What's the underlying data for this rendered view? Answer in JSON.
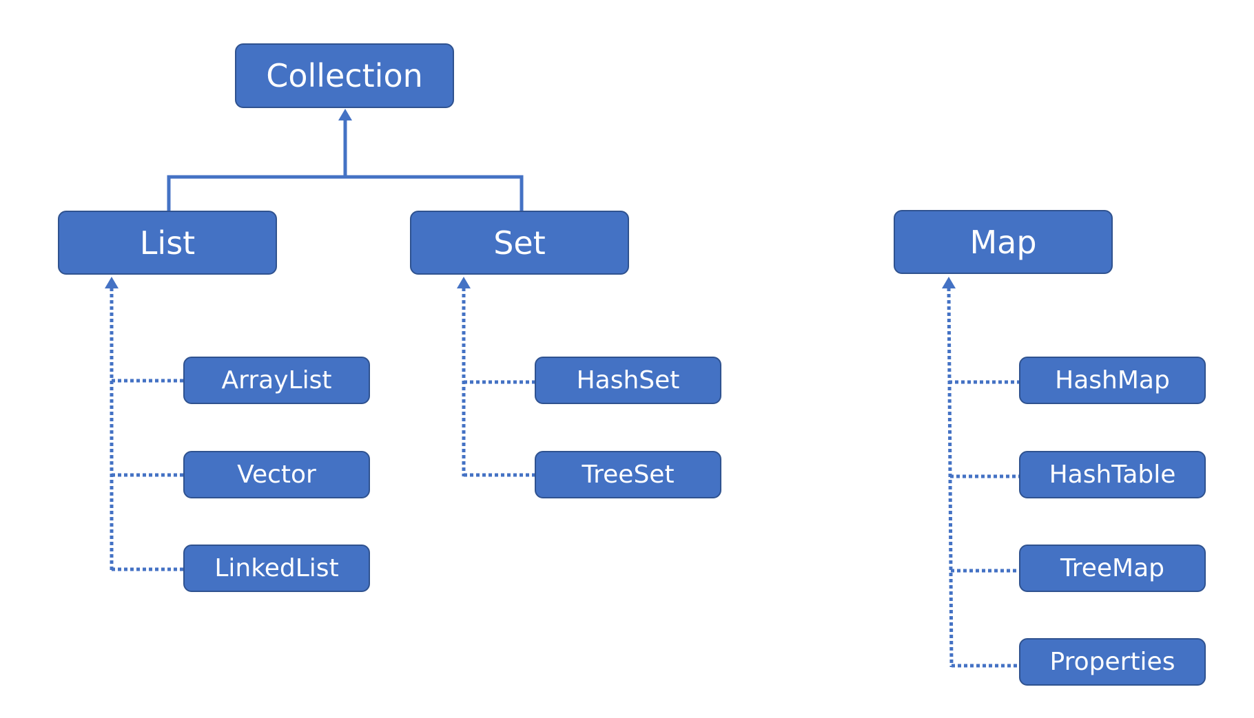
{
  "diagram": {
    "nodes": {
      "collection": "Collection",
      "list": "List",
      "set": "Set",
      "map": "Map",
      "arraylist": "ArrayList",
      "vector": "Vector",
      "linkedlist": "LinkedList",
      "hashset": "HashSet",
      "treeset": "TreeSet",
      "hashmap": "HashMap",
      "hashtable": "HashTable",
      "treemap": "TreeMap",
      "properties": "Properties"
    },
    "edges": [
      {
        "from": "list",
        "to": "collection",
        "style": "solid"
      },
      {
        "from": "set",
        "to": "collection",
        "style": "solid"
      },
      {
        "from": "arraylist",
        "to": "list",
        "style": "dotted"
      },
      {
        "from": "vector",
        "to": "list",
        "style": "dotted"
      },
      {
        "from": "linkedlist",
        "to": "list",
        "style": "dotted"
      },
      {
        "from": "hashset",
        "to": "set",
        "style": "dotted"
      },
      {
        "from": "treeset",
        "to": "set",
        "style": "dotted"
      },
      {
        "from": "hashmap",
        "to": "map",
        "style": "dotted"
      },
      {
        "from": "hashtable",
        "to": "map",
        "style": "dotted"
      },
      {
        "from": "treemap",
        "to": "map",
        "style": "dotted"
      },
      {
        "from": "properties",
        "to": "map",
        "style": "dotted"
      }
    ],
    "colors": {
      "node_fill": "#4472c4",
      "node_border": "#2f528f",
      "node_text": "#ffffff",
      "connector": "#4472c4"
    }
  }
}
